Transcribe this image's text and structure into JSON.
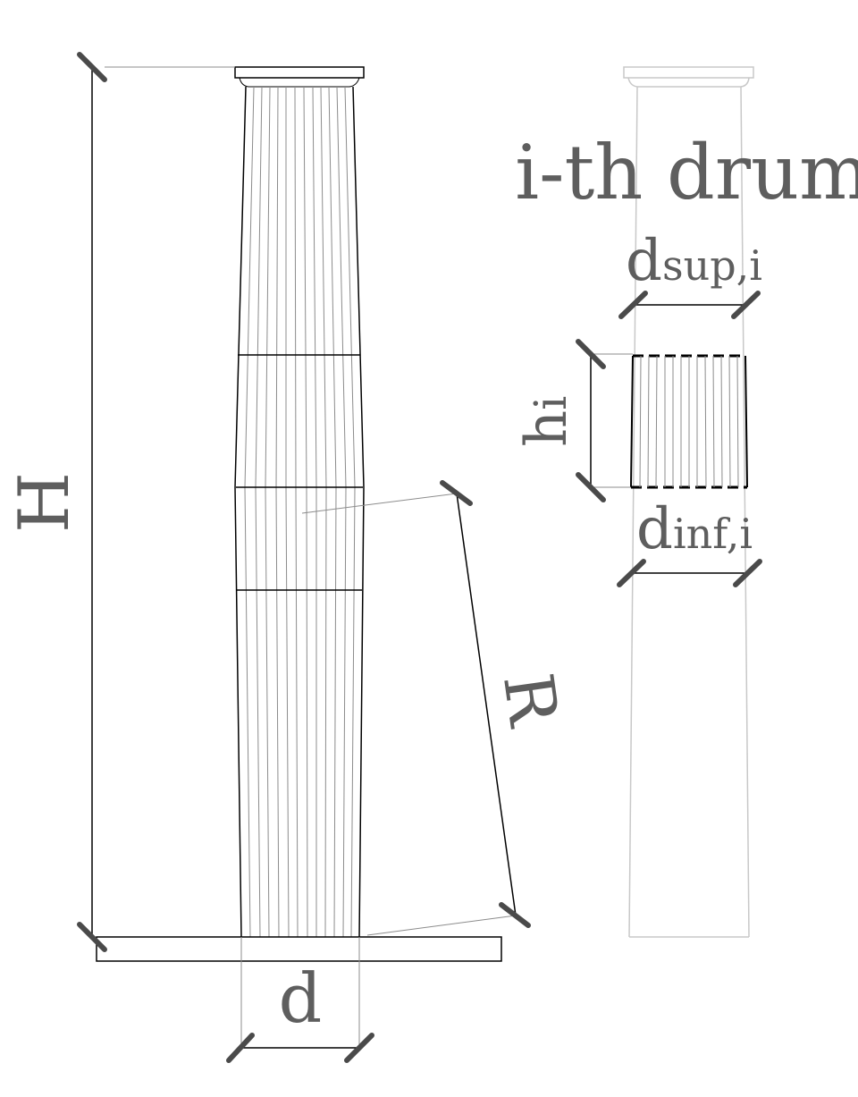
{
  "labels": {
    "height": "H",
    "diameter": "d",
    "radius": "R",
    "drum_title": "i-th drum",
    "drum_height_base": "h",
    "drum_height_sub": "i",
    "d_sup_base": "d",
    "d_sup_sub": "sup,i",
    "d_inf_base": "d",
    "d_inf_sub": "inf,i"
  },
  "colors": {
    "outline": "#000000",
    "flute": "#8c8c8c",
    "ghost": "#c8c8c8",
    "text": "#5e5e5e",
    "tick": "#4a4a4a"
  }
}
